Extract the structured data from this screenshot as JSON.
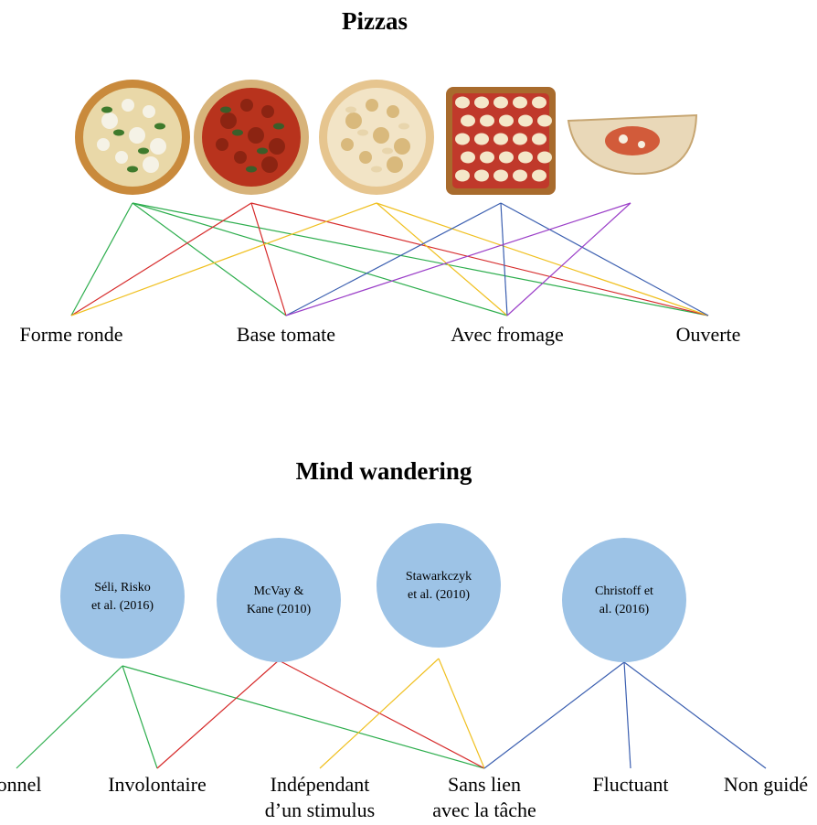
{
  "pizzas": {
    "title": "Pizzas",
    "items": [
      {
        "name": "margherita-pizza-image",
        "kind": "round",
        "crust": "#c98a3c",
        "base": "#e9d8a8",
        "topping": "#f5f2e6",
        "accent": "#3f7a2c"
      },
      {
        "name": "marinara-pizza-image",
        "kind": "round",
        "crust": "#d7b37a",
        "base": "#b8331d",
        "topping": "#8c2412",
        "accent": "#3b5e2a"
      },
      {
        "name": "white-pizza-image",
        "kind": "round",
        "crust": "#e6c58f",
        "base": "#f2e4c6",
        "topping": "#d9b97c",
        "accent": "#e8d5ac"
      },
      {
        "name": "square-pizza-image",
        "kind": "square",
        "crust": "#a86b2d",
        "base": "#c0392b",
        "topping": "#f4e7c9",
        "accent": "#7a3b16"
      },
      {
        "name": "calzone-image",
        "kind": "half",
        "crust": "#e9d8b8",
        "base": "#d25b3a",
        "topping": "#f6efe0",
        "accent": "#c7a672"
      }
    ],
    "features": [
      {
        "label": "Forme ronde"
      },
      {
        "label": "Base tomate"
      },
      {
        "label": "Avec fromage"
      },
      {
        "label": "Ouverte"
      }
    ],
    "links": [
      {
        "from": 0,
        "to": 0,
        "color": "#2eae4e"
      },
      {
        "from": 0,
        "to": 1,
        "color": "#2eae4e"
      },
      {
        "from": 0,
        "to": 2,
        "color": "#2eae4e"
      },
      {
        "from": 0,
        "to": 3,
        "color": "#2eae4e"
      },
      {
        "from": 1,
        "to": 0,
        "color": "#d62a2a"
      },
      {
        "from": 1,
        "to": 1,
        "color": "#d62a2a"
      },
      {
        "from": 1,
        "to": 3,
        "color": "#d62a2a"
      },
      {
        "from": 2,
        "to": 0,
        "color": "#f0c020"
      },
      {
        "from": 2,
        "to": 2,
        "color": "#f0c020"
      },
      {
        "from": 2,
        "to": 3,
        "color": "#f0c020"
      },
      {
        "from": 3,
        "to": 1,
        "color": "#3b5fb0"
      },
      {
        "from": 3,
        "to": 2,
        "color": "#3b5fb0"
      },
      {
        "from": 3,
        "to": 3,
        "color": "#3b5fb0"
      },
      {
        "from": 4,
        "to": 1,
        "color": "#9b3fc8"
      },
      {
        "from": 4,
        "to": 2,
        "color": "#9b3fc8"
      }
    ]
  },
  "mind": {
    "title": "Mind wandering",
    "node_color": "#9dc3e6",
    "nodes": [
      {
        "lines": [
          "Séli, Risko",
          "et al. (2016)"
        ]
      },
      {
        "lines": [
          "McVay &",
          "Kane (2010)"
        ]
      },
      {
        "lines": [
          "Stawarkczyk",
          "et al. (2010)"
        ]
      },
      {
        "lines": [
          "Christoff et",
          "al. (2016)"
        ]
      }
    ],
    "features": [
      {
        "lines": [
          "ionnel"
        ]
      },
      {
        "lines": [
          "Involontaire"
        ]
      },
      {
        "lines": [
          "Indépendant",
          "d’un stimulus"
        ]
      },
      {
        "lines": [
          "Sans lien",
          "avec la tâche"
        ]
      },
      {
        "lines": [
          "Fluctuant"
        ]
      },
      {
        "lines": [
          "Non guidé"
        ]
      }
    ],
    "links": [
      {
        "from": 0,
        "to": 0,
        "color": "#2eae4e"
      },
      {
        "from": 0,
        "to": 1,
        "color": "#2eae4e"
      },
      {
        "from": 0,
        "to": 3,
        "color": "#2eae4e"
      },
      {
        "from": 1,
        "to": 1,
        "color": "#d62a2a"
      },
      {
        "from": 1,
        "to": 3,
        "color": "#d62a2a"
      },
      {
        "from": 2,
        "to": 2,
        "color": "#f0c020"
      },
      {
        "from": 2,
        "to": 3,
        "color": "#f0c020"
      },
      {
        "from": 3,
        "to": 3,
        "color": "#3b5fb0"
      },
      {
        "from": 3,
        "to": 4,
        "color": "#3b5fb0"
      },
      {
        "from": 3,
        "to": 5,
        "color": "#3b5fb0"
      }
    ]
  }
}
